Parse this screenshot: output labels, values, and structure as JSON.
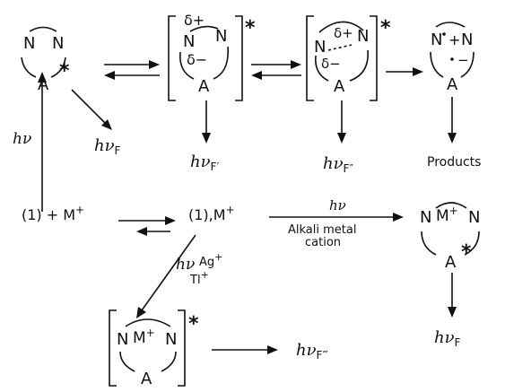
{
  "species": {
    "excited_fluorophore": {
      "n_left": "N",
      "n_right": "N",
      "acceptor": "A",
      "star": "*"
    },
    "ict_state_1": {
      "delta_plus": "δ+",
      "delta_minus": "δ−",
      "n_left": "N",
      "n_right": "N",
      "acceptor": "A",
      "star": "*"
    },
    "ict_state_2": {
      "delta_plus": "δ+",
      "delta_minus": "δ−",
      "n_left": "N",
      "n_right": "N",
      "acceptor": "A",
      "star": "*"
    },
    "radical_ion_pair": {
      "n_left": "N",
      "n_right": "N",
      "acceptor": "A",
      "plus": "+",
      "minus": "−"
    },
    "complexed_excited": {
      "n_left": "N",
      "n_right": "N",
      "cation": "M",
      "cation_charge": "+",
      "acceptor": "A",
      "star": "*"
    },
    "alkali_excited": {
      "n_left": "N",
      "n_right": "N",
      "cation": "M",
      "cation_charge": "+",
      "acceptor": "A",
      "star": "*"
    }
  },
  "labels": {
    "hv_excitation": "hν",
    "emission_F": "hν",
    "emission_F_sub": "F",
    "emission_F1": "hν",
    "emission_F1_sub": "F′",
    "emission_F2": "hν",
    "emission_F2_sub": "F″",
    "emission_F3": "hν",
    "emission_F3_sub": "F‴",
    "emission_F_alkali": "hν",
    "emission_F_alkali_sub": "F",
    "products": "Products",
    "free_ligand_plus_cation": "(1) + M",
    "free_ligand_plus_cation_sup": "+",
    "complex": "(1),M",
    "complex_sup": "+",
    "hv_alkali": "hν",
    "alkali_line1": "Alkali metal",
    "alkali_line2": "cation",
    "hv_heavy": "hν",
    "ag": "Ag",
    "ag_sup": "+",
    "tl": "Tl",
    "tl_sup": "+"
  }
}
